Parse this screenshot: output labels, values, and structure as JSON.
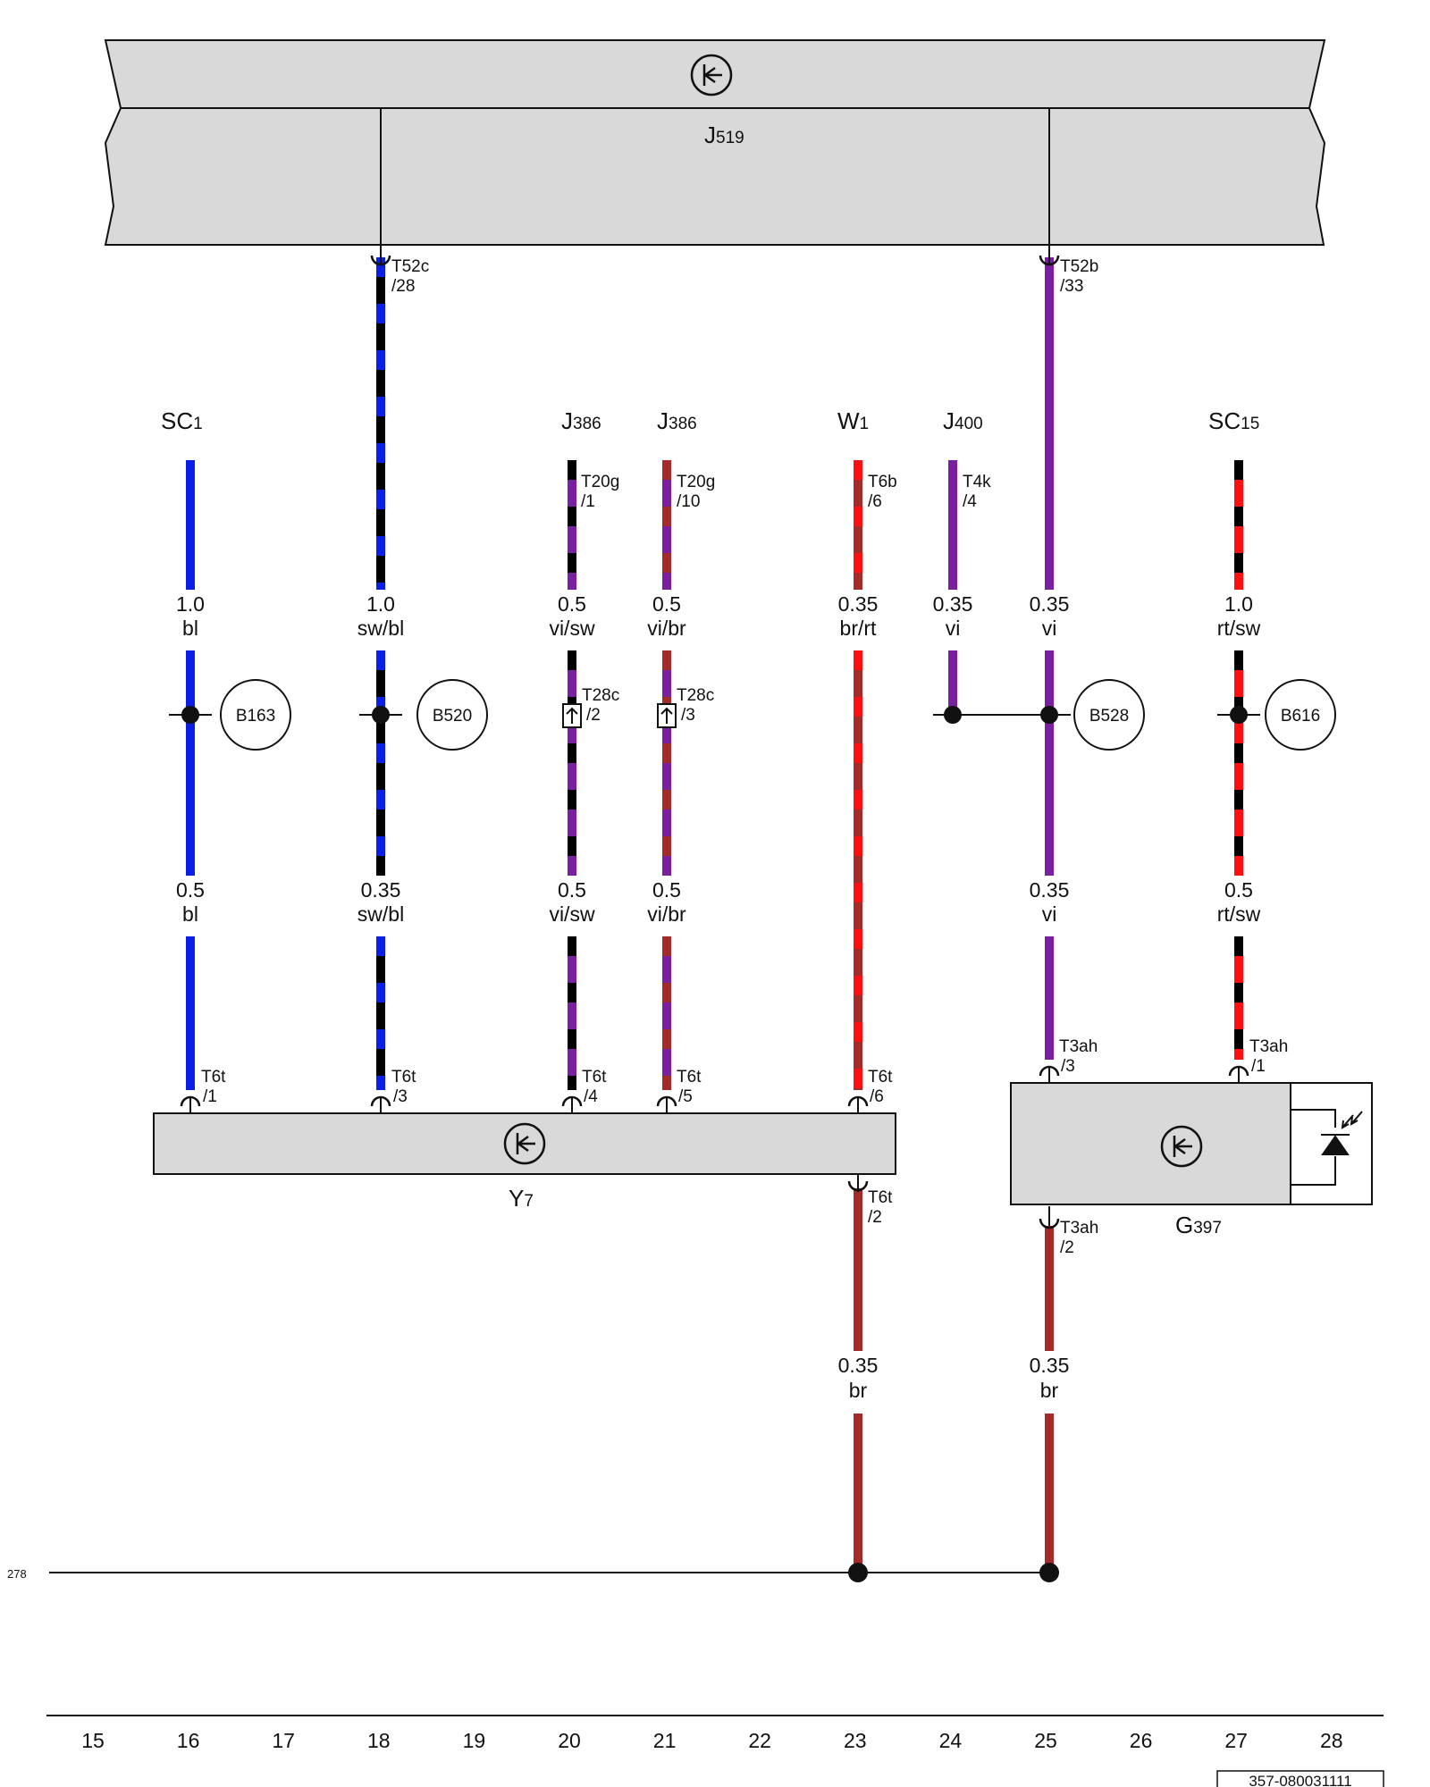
{
  "colors": {
    "bl": "#0a1fe6",
    "sw": "#000000",
    "vi": "#7a1fa0",
    "br": "#a52a2a",
    "rt": "#ff1010",
    "module_fill": "#d9d9d9",
    "line": "#111111"
  },
  "components": {
    "J519": {
      "name": "J",
      "sub": "519"
    },
    "Y7": {
      "name": "Y",
      "sub": "7"
    },
    "G397": {
      "name": "G",
      "sub": "397"
    }
  },
  "sources": {
    "SC1": {
      "name": "SC",
      "sub": "1"
    },
    "J386a": {
      "name": "J",
      "sub": "386"
    },
    "J386b": {
      "name": "J",
      "sub": "386"
    },
    "W1": {
      "name": "W",
      "sub": "1"
    },
    "J400": {
      "name": "J",
      "sub": "400"
    },
    "SC15": {
      "name": "SC",
      "sub": "15"
    }
  },
  "connectors": {
    "t52c": {
      "line1": "T52c",
      "line2": "/28"
    },
    "t52b": {
      "line1": "T52b",
      "line2": "/33"
    },
    "t20g1": {
      "line1": "T20g",
      "line2": "/1"
    },
    "t20g10": {
      "line1": "T20g",
      "line2": "/10"
    },
    "t6b": {
      "line1": "T6b",
      "line2": "/6"
    },
    "t4k": {
      "line1": "T4k",
      "line2": "/4"
    },
    "t28c2": {
      "line1": "T28c",
      "line2": "/2"
    },
    "t28c3": {
      "line1": "T28c",
      "line2": "/3"
    },
    "t6t1": {
      "line1": "T6t",
      "line2": "/1"
    },
    "t6t3": {
      "line1": "T6t",
      "line2": "/3"
    },
    "t6t4": {
      "line1": "T6t",
      "line2": "/4"
    },
    "t6t5": {
      "line1": "T6t",
      "line2": "/5"
    },
    "t6t6": {
      "line1": "T6t",
      "line2": "/6"
    },
    "t6t2": {
      "line1": "T6t",
      "line2": "/2"
    },
    "t3ah3": {
      "line1": "T3ah",
      "line2": "/3"
    },
    "t3ah1": {
      "line1": "T3ah",
      "line2": "/1"
    },
    "t3ah2": {
      "line1": "T3ah",
      "line2": "/2"
    }
  },
  "wire_labels": {
    "w16a": {
      "size": "1.0",
      "color": "bl"
    },
    "w18a": {
      "size": "1.0",
      "color": "sw/bl"
    },
    "w20a": {
      "size": "0.5",
      "color": "vi/sw"
    },
    "w21a": {
      "size": "0.5",
      "color": "vi/br"
    },
    "w23a": {
      "size": "0.35",
      "color": "br/rt"
    },
    "w24a": {
      "size": "0.35",
      "color": "vi"
    },
    "w25a": {
      "size": "0.35",
      "color": "vi"
    },
    "w27a": {
      "size": "1.0",
      "color": "rt/sw"
    },
    "w16b": {
      "size": "0.5",
      "color": "bl"
    },
    "w18b": {
      "size": "0.35",
      "color": "sw/bl"
    },
    "w20b": {
      "size": "0.5",
      "color": "vi/sw"
    },
    "w21b": {
      "size": "0.5",
      "color": "vi/br"
    },
    "w25b": {
      "size": "0.35",
      "color": "vi"
    },
    "w27b": {
      "size": "0.5",
      "color": "rt/sw"
    },
    "w23c": {
      "size": "0.35",
      "color": "br"
    },
    "w25c": {
      "size": "0.35",
      "color": "br"
    }
  },
  "splices": {
    "b163": "B163",
    "b520": "B520",
    "b528": "B528",
    "b616": "B616"
  },
  "ground_ref": "278",
  "grid_numbers": [
    "15",
    "16",
    "17",
    "18",
    "19",
    "20",
    "21",
    "22",
    "23",
    "24",
    "25",
    "26",
    "27",
    "28"
  ],
  "doc_id": "357-080031111"
}
